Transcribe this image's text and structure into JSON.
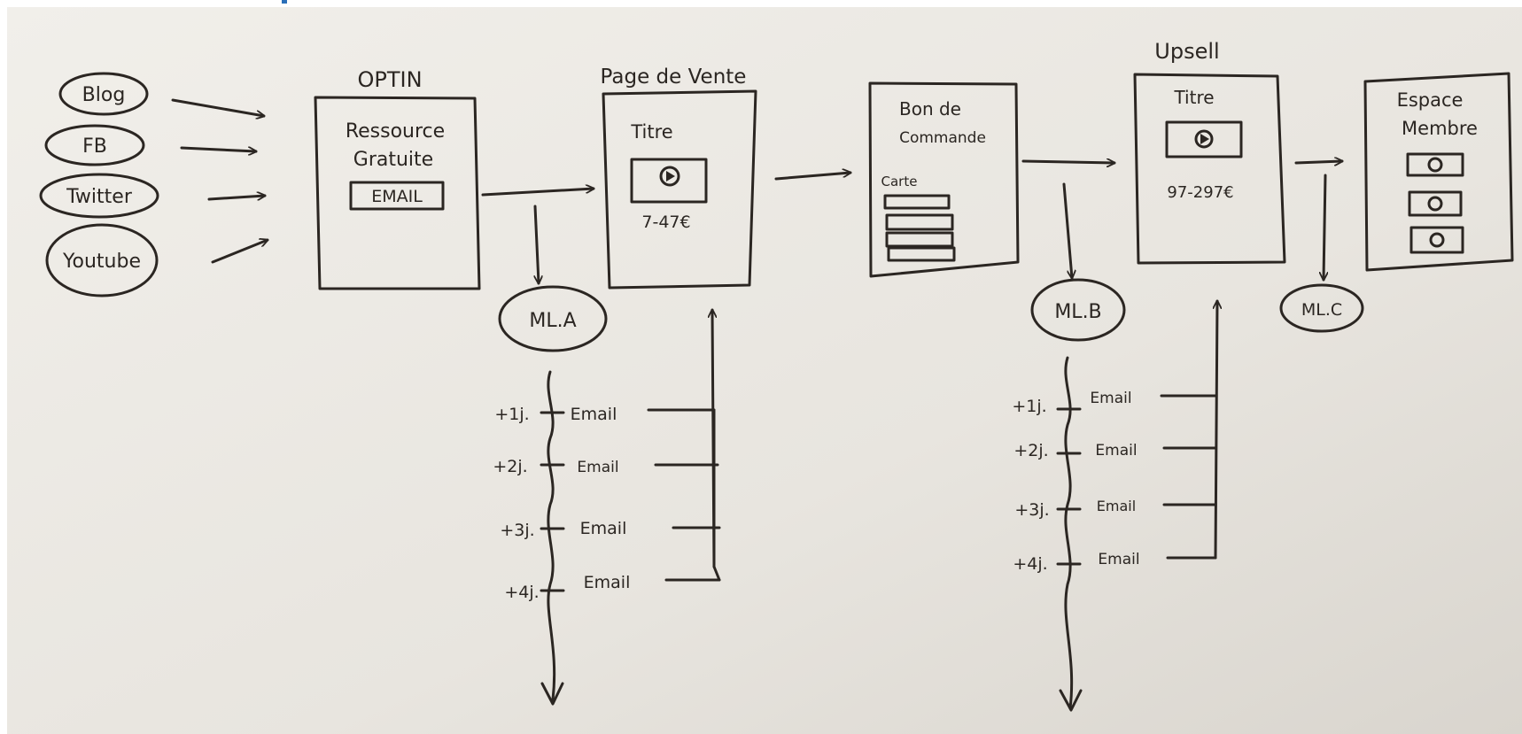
{
  "colors": {
    "board": "#e8e5df",
    "board_light": "#f1efea",
    "board_shadow": "#d9d5ce",
    "ink": "#2b2622",
    "ink_light": "#3a342f",
    "page_bg": "#ffffff",
    "top_accent": "#2a6fb8"
  },
  "sources": [
    {
      "label": "Blog"
    },
    {
      "label": "FB"
    },
    {
      "label": "Twitter"
    },
    {
      "label": "Youtube"
    }
  ],
  "optin": {
    "title": "OPTIN",
    "line1": "Ressource",
    "line2": "Gratuite",
    "email_field": "EMAIL"
  },
  "sales_page": {
    "title": "Page de Vente",
    "heading": "Titre",
    "price": "7-47€",
    "video_icon": "play-icon"
  },
  "order_form": {
    "line1": "Bon de",
    "line2": "Commande",
    "card_label": "Carte",
    "card_icon": "card-stack-icon"
  },
  "upsell": {
    "title": "Upsell",
    "heading": "Titre",
    "price": "97-297€",
    "video_icon": "play-icon"
  },
  "member_area": {
    "line1": "Espace",
    "line2": "Membre",
    "video_icon": "play-icon"
  },
  "mailing_lists": {
    "a": "ML.A",
    "b": "ML.B",
    "c": "ML.C"
  },
  "sequence_a": [
    {
      "day": "+1j.",
      "label": "Email"
    },
    {
      "day": "+2j.",
      "label": "Email"
    },
    {
      "day": "+3j.",
      "label": "Email"
    },
    {
      "day": "+4j.",
      "label": "Email"
    }
  ],
  "sequence_b": [
    {
      "day": "+1j.",
      "label": "Email"
    },
    {
      "day": "+2j.",
      "label": "Email"
    },
    {
      "day": "+3j.",
      "label": "Email"
    },
    {
      "day": "+4j.",
      "label": "Email"
    }
  ]
}
